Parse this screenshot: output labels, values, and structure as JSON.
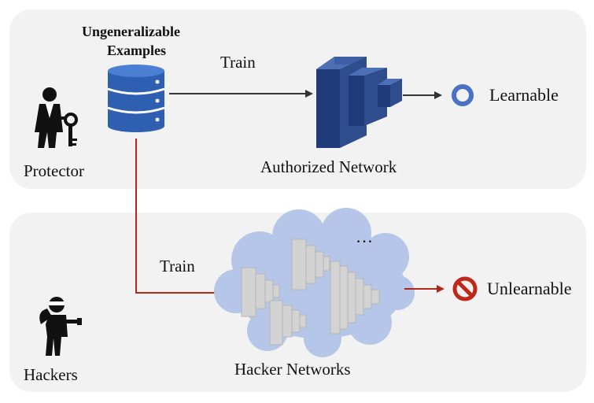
{
  "protector": {
    "label": "Protector"
  },
  "dataset": {
    "title_line1": "Ungeneralizable",
    "title_line2": "Examples"
  },
  "top_flow": {
    "train_label": "Train",
    "network_label": "Authorized Network",
    "outcome_label": "Learnable"
  },
  "bottom_flow": {
    "train_label": "Train",
    "network_label": "Hacker Networks",
    "ellipsis": "…",
    "outcome_label": "Unlearnable"
  },
  "hackers": {
    "label": "Hackers"
  },
  "colors": {
    "panel_bg": "#f2f2f2",
    "authorized_net_blue": "#2f4d8c",
    "learnable_ring": "#4a72c4",
    "hacker_arrow_red": "#b0281c",
    "unlearnable_red": "#c0271b",
    "cloud_blue": "#b5c6e8",
    "hacker_net_gray": "#cfcfcf"
  }
}
